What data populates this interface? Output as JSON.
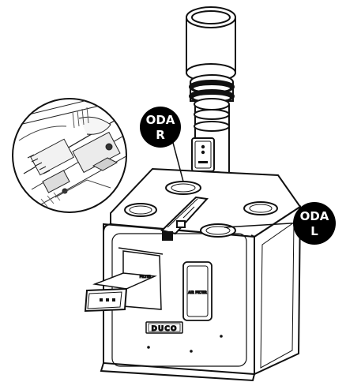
{
  "callouts": {
    "oda_r": {
      "line1": "ODA",
      "line2": "R"
    },
    "oda_l": {
      "line1": "ODA",
      "line2": "L"
    }
  },
  "filter_labels": {
    "right_panel": "AIR FILTER",
    "inserted_filter": "FILTER"
  },
  "brand": {
    "logo_text": "DUCO"
  },
  "colors": {
    "outline": "#111111",
    "callout_fill": "#000000",
    "callout_text": "#ffffff",
    "body_fill": "#ffffff"
  }
}
